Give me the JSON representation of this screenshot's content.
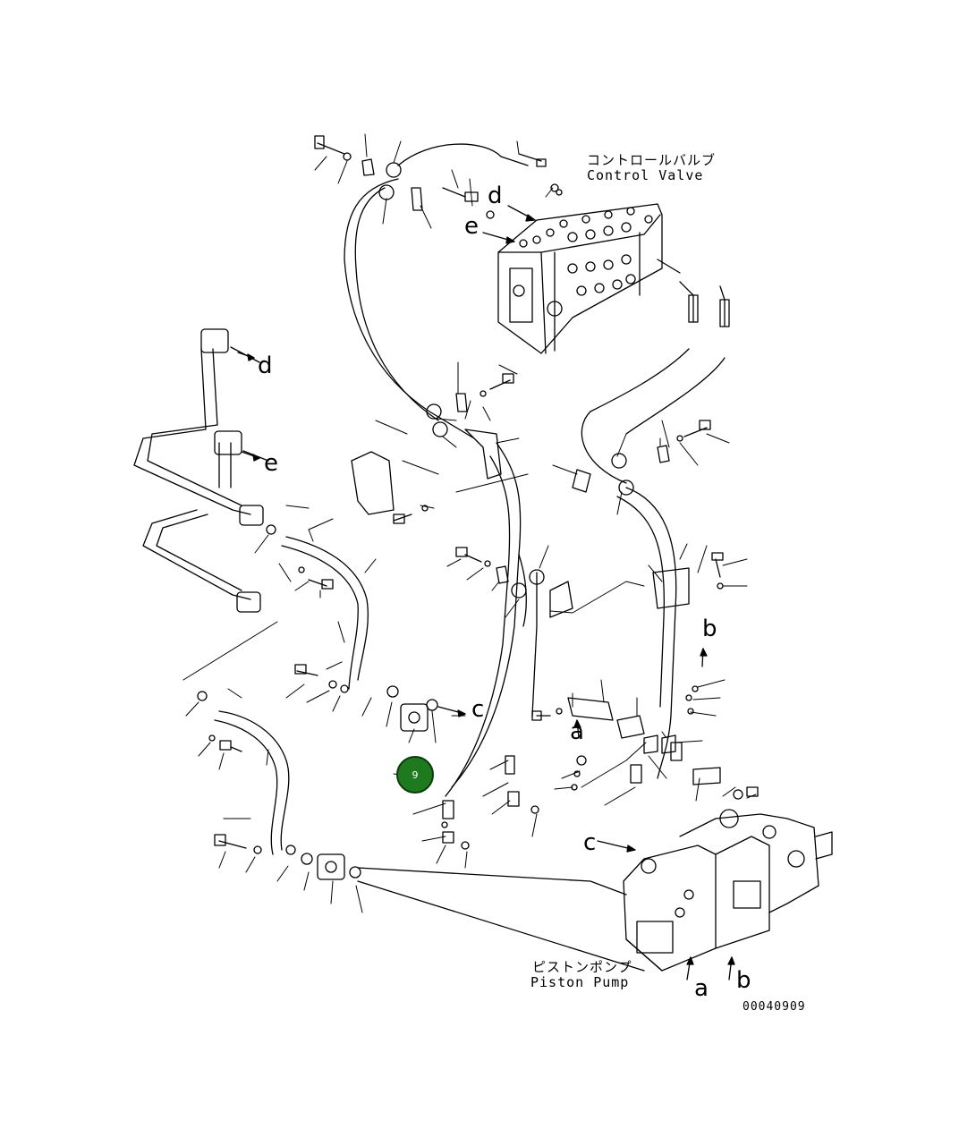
{
  "control_valve": {
    "jp": "コントロールバルブ",
    "en": "Control Valve"
  },
  "piston_pump": {
    "jp": "ピストンポンプ",
    "en": "Piston Pump"
  },
  "drawing_number": "00040909",
  "letters": {
    "a": "a",
    "b": "b",
    "c": "c",
    "d": "d",
    "e": "e"
  },
  "callout": {
    "label": "9",
    "color": "#1f7a1f"
  }
}
